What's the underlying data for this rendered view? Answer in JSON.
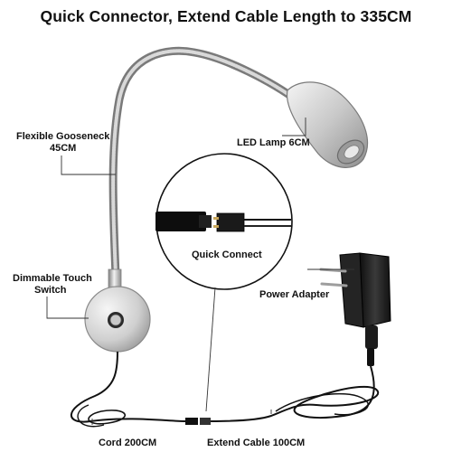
{
  "title": "Quick Connector, Extend Cable Length to 335CM",
  "labels": {
    "gooseneck_line1": "Flexible Gooseneck",
    "gooseneck_line2": "45CM",
    "led_lamp": "LED Lamp 6CM",
    "quick_connect": "Quick Connect",
    "touch_switch_line1": "Dimmable Touch",
    "touch_switch_line2": "Switch",
    "power_adapter": "Power Adapter",
    "cord": "Cord 200CM",
    "extend_cable": "Extend Cable 100CM"
  },
  "colors": {
    "background": "#ffffff",
    "text": "#111111",
    "metal_light": "#e6e6e6",
    "metal_dark": "#8c8c8c",
    "cable": "#111111",
    "adapter": "#1a1a1a"
  }
}
